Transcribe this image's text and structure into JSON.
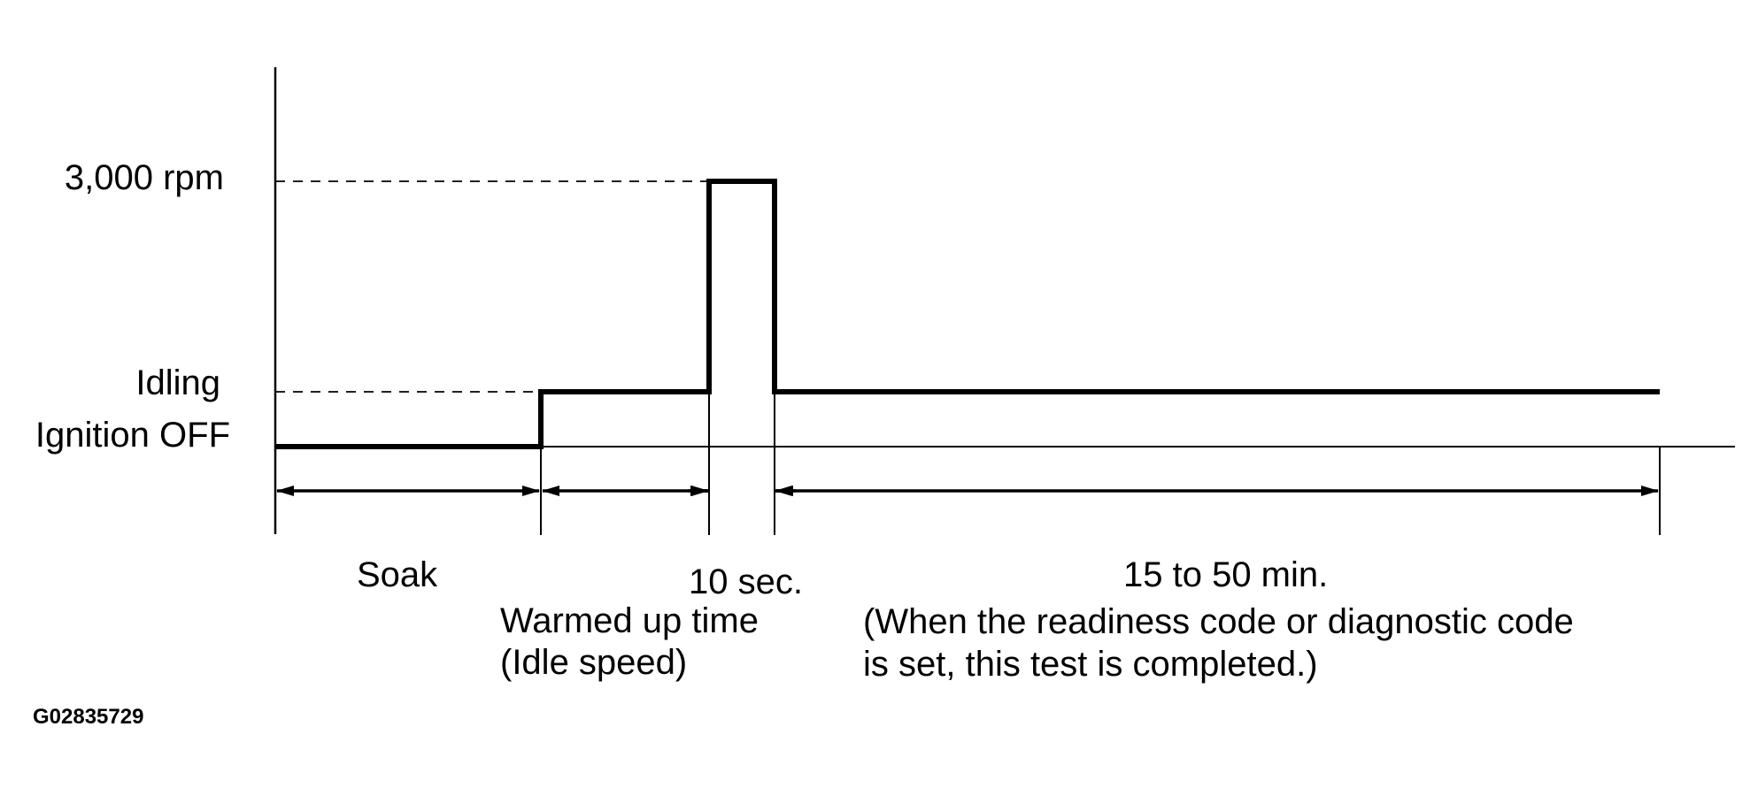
{
  "y_levels": {
    "high": "3,000 rpm",
    "idle": "Idling",
    "off": "Ignition OFF"
  },
  "phases": {
    "soak": "Soak",
    "warmup_line1": "Warmed up time",
    "warmup_line2": "(Idle speed)",
    "spike": "10 sec.",
    "run_line1": "15 to 50 min.",
    "run_line2": "(When the readiness code or diagnostic code",
    "run_line3": "is set, this test is completed.)"
  },
  "figure_id": "G02835729",
  "colors": {
    "ink": "#000000",
    "background": "#ffffff"
  }
}
